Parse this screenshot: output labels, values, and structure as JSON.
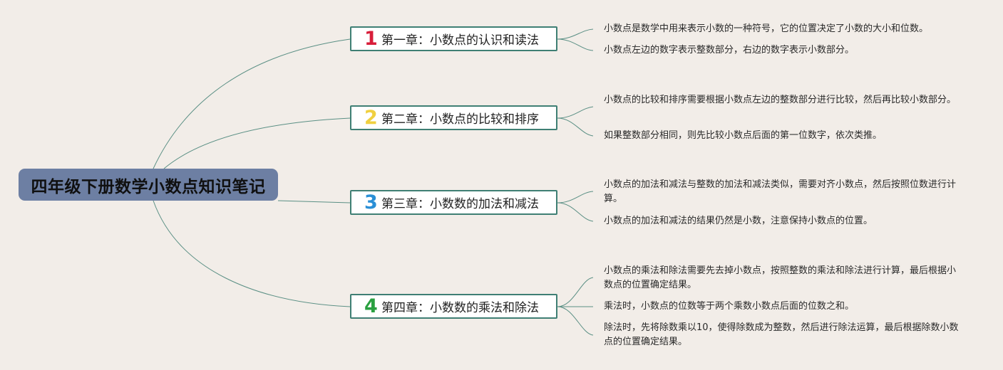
{
  "root": {
    "title": "四年级下册数学小数点知识笔记"
  },
  "chapters": [
    {
      "number": "1",
      "number_color": "#d81e3a",
      "label": "第一章：小数点的认识和读法",
      "notes": [
        "小数点是数学中用来表示小数的一种符号，它的位置决定了小数的大小和位数。",
        "小数点左边的数字表示整数部分，右边的数字表示小数部分。"
      ]
    },
    {
      "number": "2",
      "number_color": "#f0d040",
      "label": "第二章：小数点的比较和排序",
      "notes": [
        "小数点的比较和排序需要根据小数点左边的整数部分进行比较，然后再比较小数部分。",
        "如果整数部分相同，则先比较小数点后面的第一位数字，依次类推。"
      ]
    },
    {
      "number": "3",
      "number_color": "#2a8fd6",
      "label": "第三章：小数数的加法和减法",
      "notes": [
        "小数点的加法和减法与整数的加法和减法类似，需要对齐小数点，然后按照位数进行计算。",
        "小数点的加法和减法的结果仍然是小数，注意保持小数点的位置。"
      ]
    },
    {
      "number": "4",
      "number_color": "#2aa040",
      "label": "第四章：小数数的乘法和除法",
      "notes": [
        "小数点的乘法和除法需要先去掉小数点，按照整数的乘法和除法进行计算，最后根据小数点的位置确定结果。",
        "乘法时，小数点的位数等于两个乘数小数点后面的位数之和。",
        "除法时，先将除数乘以10，使得除数成为整数，然后进行除法运算，最后根据除数小数点的位置确定结果。"
      ]
    }
  ],
  "colors": {
    "background": "#f2ede8",
    "root_fill": "#6d7fa3",
    "chapter_border": "#3f7f74",
    "connector": "#5a8f84"
  }
}
